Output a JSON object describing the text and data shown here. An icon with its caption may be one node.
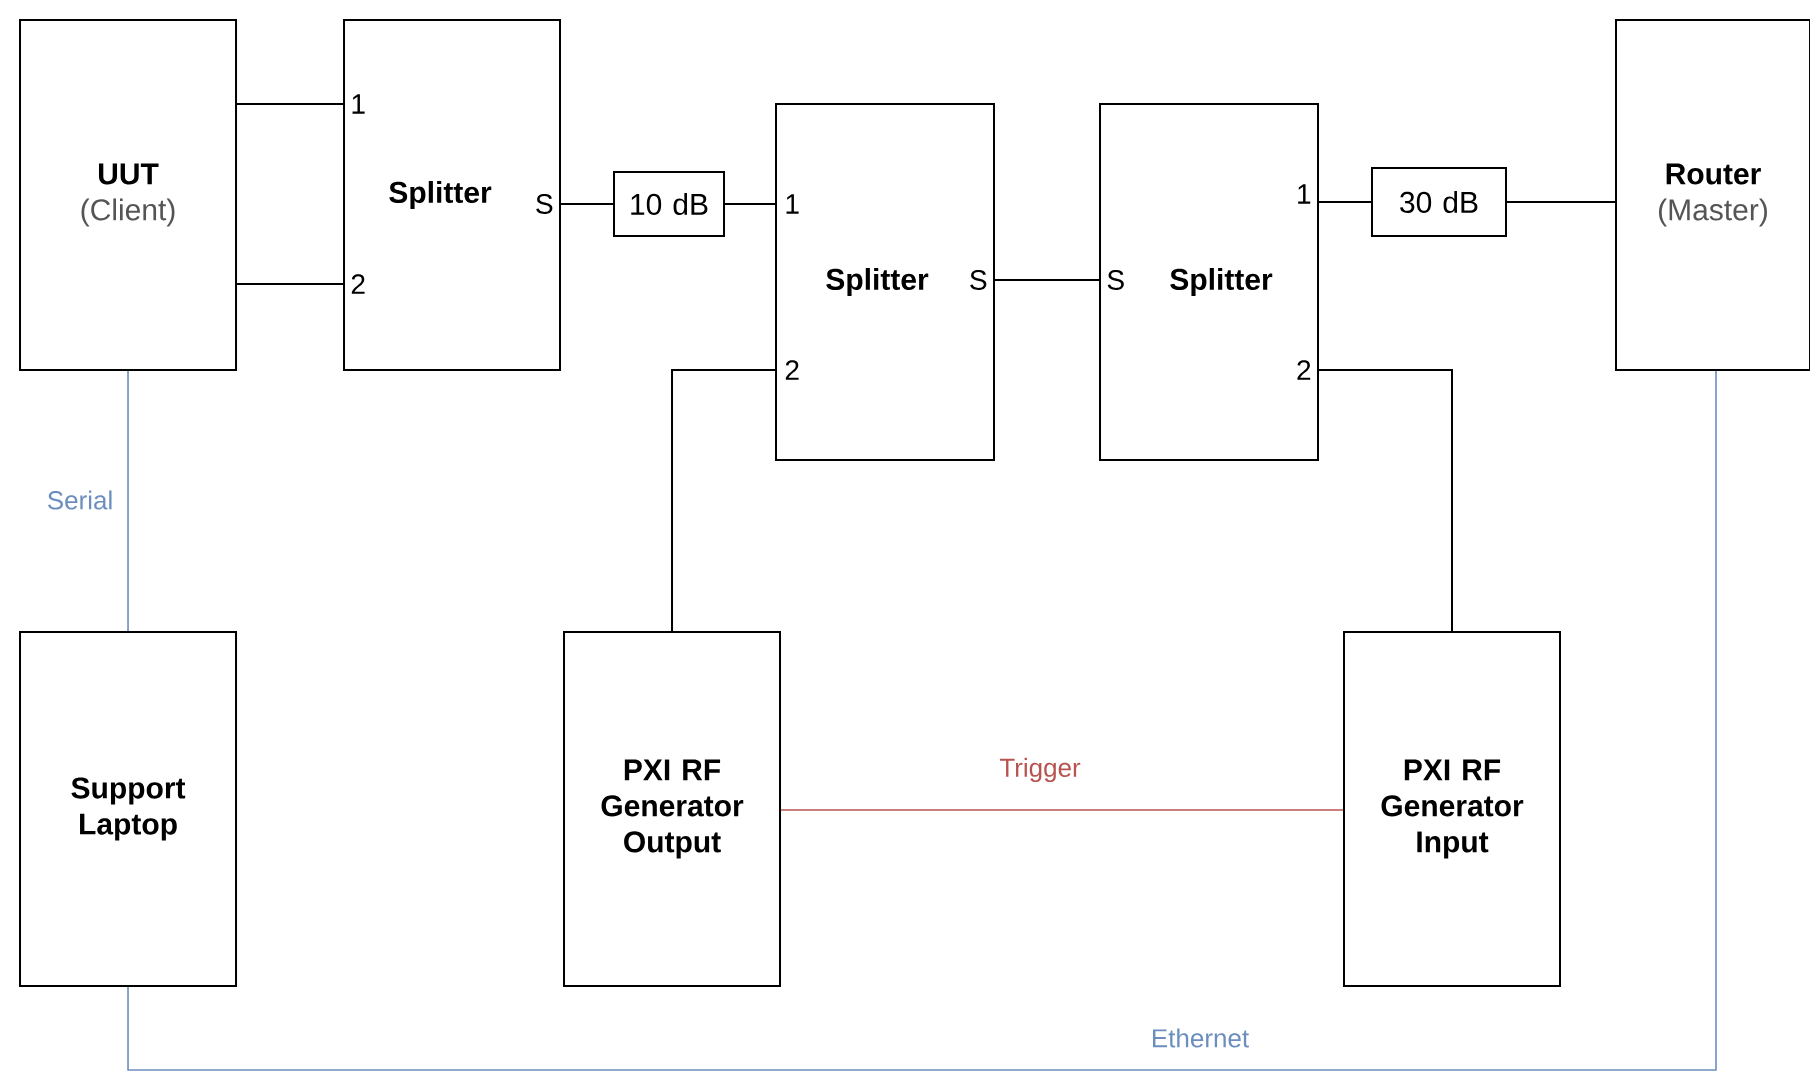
{
  "diagram": {
    "nodes": [
      {
        "text": [
          "UUT",
          "(Client)"
        ]
      },
      {
        "text": [
          "Splitter"
        ]
      },
      {
        "text": [
          "10 dB"
        ]
      },
      {
        "text": [
          "Splitter"
        ]
      },
      {
        "text": [
          "Splitter"
        ]
      },
      {
        "text": [
          "30 dB"
        ]
      },
      {
        "text": [
          "Router",
          "(Master)"
        ]
      },
      {
        "text": [
          "Support Laptop"
        ]
      },
      {
        "text": [
          "PXI RF Generator Output"
        ]
      },
      {
        "text": [
          "PXI RF Generator Input"
        ]
      }
    ],
    "edges": [
      {
        "from": 0,
        "to": 1,
        "arrow": "none"
      },
      {
        "from": 0,
        "to": 1,
        "arrow": "none"
      },
      {
        "from": 1,
        "to": 2,
        "arrow": "none"
      },
      {
        "from": 2,
        "to": 3,
        "arrow": "none"
      },
      {
        "from": 3,
        "to": 4,
        "arrow": "none"
      },
      {
        "from": 4,
        "to": 5,
        "arrow": "none"
      },
      {
        "from": 5,
        "to": 6,
        "arrow": "none"
      },
      {
        "from": 3,
        "to": 8,
        "arrow": "none"
      },
      {
        "from": 4,
        "to": 9,
        "arrow": "none"
      },
      {
        "from": 0,
        "to": 7,
        "arrow": "none",
        "label": "Serial",
        "color": "#6c8ebf"
      },
      {
        "from": 8,
        "to": 9,
        "arrow": "none",
        "label": "Trigger",
        "color": "#b85450"
      },
      {
        "from": 7,
        "to": 6,
        "arrow": "none",
        "label": "Ethernet",
        "color": "#6c8ebf"
      }
    ],
    "labels": [
      "1",
      "S",
      "2",
      "1",
      "S",
      "2",
      "S",
      "1",
      "2"
    ]
  }
}
